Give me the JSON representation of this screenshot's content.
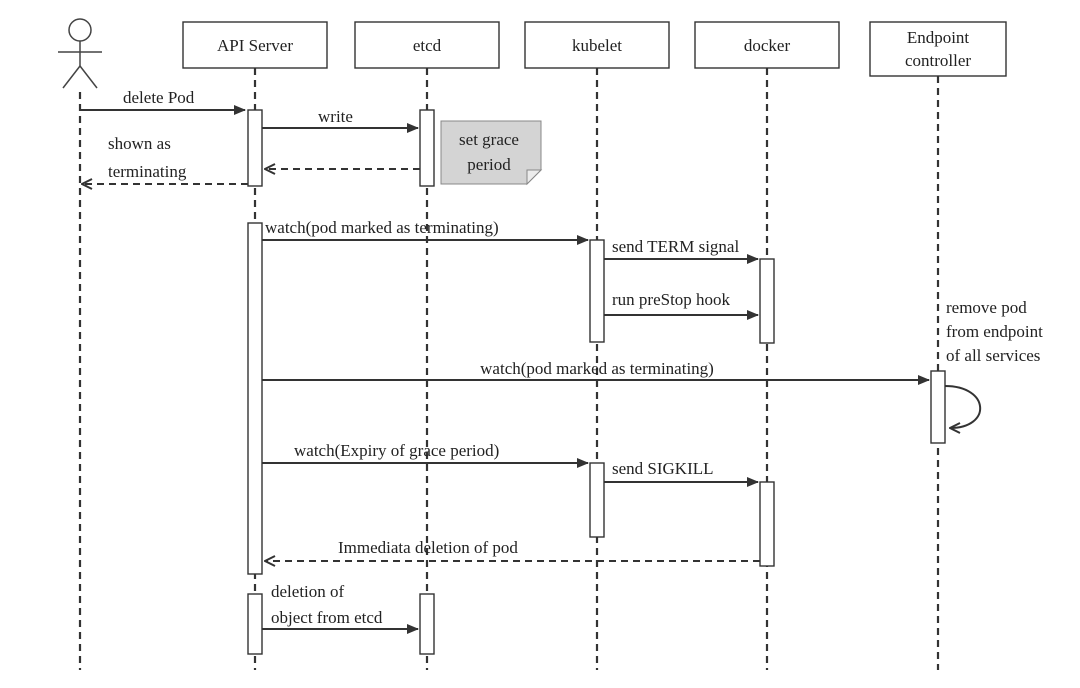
{
  "participants": [
    {
      "id": "api",
      "label": "API Server"
    },
    {
      "id": "etcd",
      "label": "etcd"
    },
    {
      "id": "kubelet",
      "label": "kubelet"
    },
    {
      "id": "docker",
      "label": "docker"
    },
    {
      "id": "endpoint",
      "label_line1": "Endpoint",
      "label_line2": "controller"
    }
  ],
  "messages": {
    "delete_pod": "delete Pod",
    "write": "write",
    "shown_as_line1": "shown as",
    "shown_as_line2": "terminating",
    "watch_terminating_1": "watch(pod marked as terminating)",
    "send_term": "send TERM signal",
    "run_prestop": "run preStop hook",
    "watch_terminating_2": "watch(pod marked as terminating)",
    "remove_pod_line1": "remove pod",
    "remove_pod_line2": "from endpoint",
    "remove_pod_line3": "of all services",
    "watch_expiry": "watch(Expiry of grace period)",
    "send_sigkill": "send SIGKILL",
    "immediate_deletion": "Immediata deletion of pod",
    "deletion_of_line1": "deletion of",
    "deletion_of_line2": "object from etcd"
  },
  "note": {
    "line1": "set grace",
    "line2": "period"
  },
  "colors": {
    "note_fill": "#d4d4d4",
    "note_fold": "#ececec",
    "line": "#333333"
  }
}
